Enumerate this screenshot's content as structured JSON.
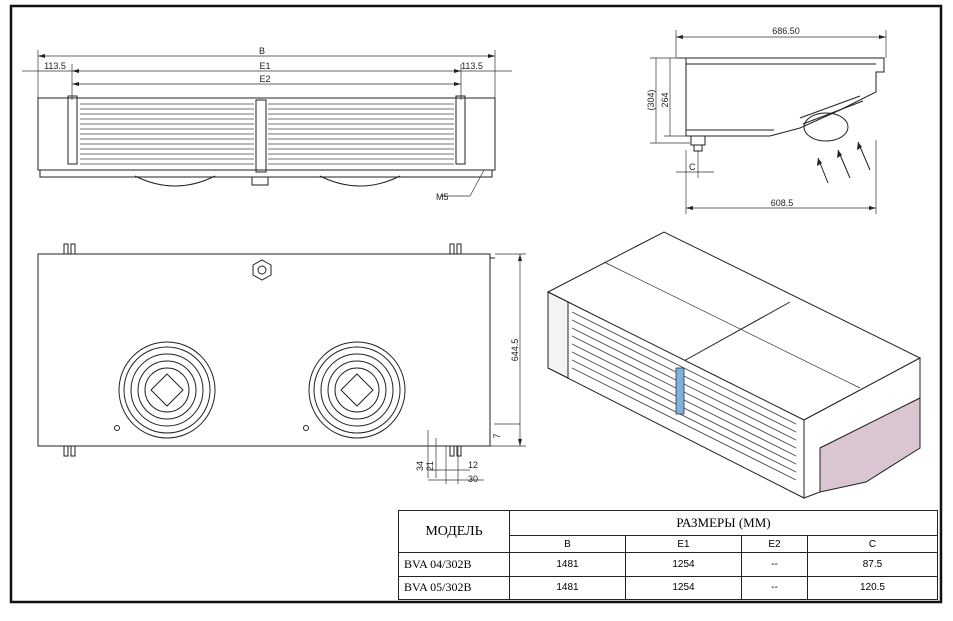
{
  "front_view": {
    "dim_b": "B",
    "dim_e1": "E1",
    "dim_e2": "E2",
    "dim_left_offset": "113.5",
    "dim_right_offset": "113.5",
    "thread_label": "M5"
  },
  "side_view": {
    "dim_width": "686.50",
    "dim_height": "264",
    "dim_height_ref": "(304)",
    "dim_c": "C",
    "dim_bottom": "608.5"
  },
  "top_view": {
    "dim_depth": "644.5",
    "dim_7": "7",
    "dim_34": "34",
    "dim_21": "21",
    "dim_12": "12",
    "dim_30": "30"
  },
  "spec_table": {
    "model_header": "МОДЕЛЬ",
    "group_header": "РАЗМЕРЫ   (ММ)",
    "columns": [
      "B",
      "E1",
      "E2",
      "C"
    ],
    "rows": [
      {
        "model": "BVA 04/302B",
        "values": [
          "1481",
          "1254",
          "--",
          "87.5"
        ]
      },
      {
        "model": "BVA 05/302B",
        "values": [
          "1481",
          "1254",
          "--",
          "120.5"
        ]
      }
    ]
  }
}
